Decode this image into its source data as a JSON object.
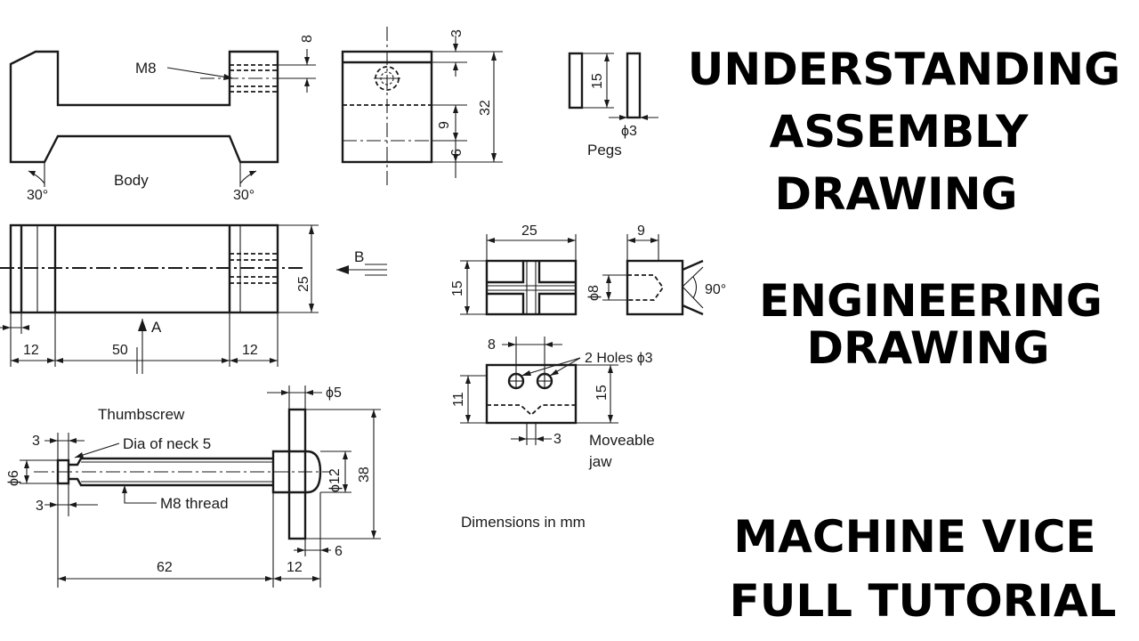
{
  "title_lines": [
    "UNDERSTANDING",
    "ASSEMBLY",
    "DRAWING",
    "ENGINEERING",
    "DRAWING",
    "MACHINE VICE",
    "FULL TUTORIAL"
  ],
  "parts": {
    "body": "Body",
    "pegs": "Pegs",
    "thumbscrew": "Thumbscrew",
    "moveable_jaw": [
      "Moveable",
      "jaw"
    ]
  },
  "labels": {
    "m8": "M8",
    "view_b": "B",
    "view_a": "A",
    "two_holes": "2 Holes ϕ3",
    "dia_neck": "Dia of neck 5",
    "m8_thread": "M8 thread",
    "units_note": "Dimensions in mm"
  },
  "dims": {
    "body_angle_left": "30°",
    "body_angle_right": "30°",
    "body_side_8": "8",
    "end_3": "3",
    "end_32": "32",
    "end_9": "9",
    "end_6": "6",
    "peg_15": "15",
    "peg_phi3": "ϕ3",
    "plan_25": "25",
    "plan_12_left": "12",
    "plan_50": "50",
    "plan_12_right": "12",
    "jaw_25": "25",
    "jaw_15_front": "15",
    "jaw_9": "9",
    "jaw_phi8": "ϕ8",
    "jaw_90": "90°",
    "jaw_8": "8",
    "jaw_11": "11",
    "jaw_15_lower": "15",
    "jaw_3": "3",
    "ts_phi5": "ϕ5",
    "ts_3_top": "3",
    "ts_phi6": "ϕ6",
    "ts_3_bottom": "3",
    "ts_phi12": "ϕ12",
    "ts_38": "38",
    "ts_62": "62",
    "ts_12": "12",
    "ts_6": "6"
  }
}
